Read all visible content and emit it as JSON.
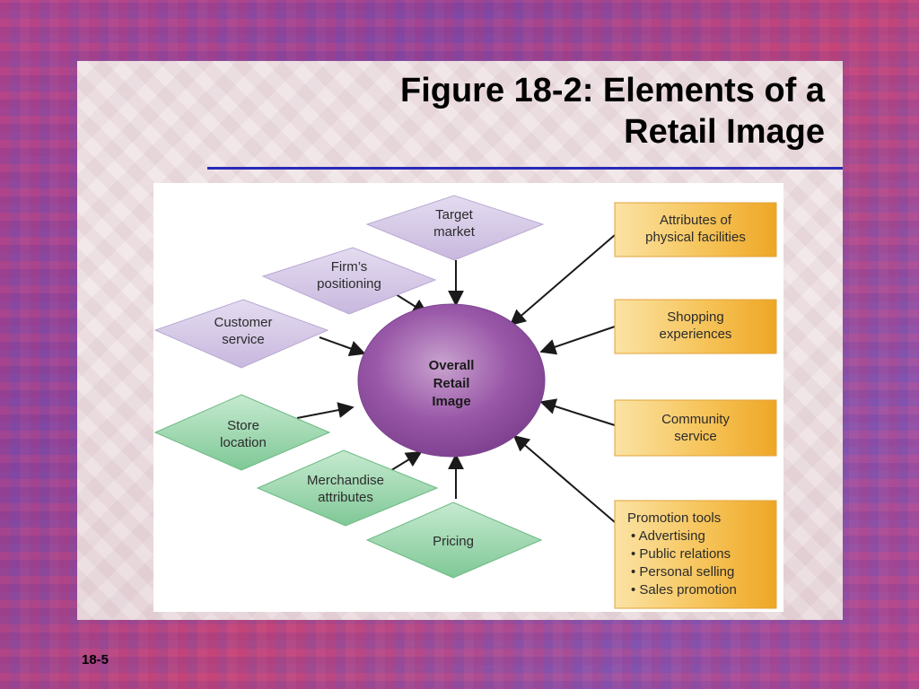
{
  "slide": {
    "title_line1": "Figure 18-2: Elements of a",
    "title_line2": "Retail Image",
    "number": "18-5"
  },
  "diagram": {
    "center": {
      "lines": [
        "Overall",
        "Retail",
        "Image"
      ]
    },
    "left_nodes": [
      {
        "id": "target-market",
        "lines": [
          "Target",
          "market"
        ],
        "color": "purple"
      },
      {
        "id": "firms-positioning",
        "lines": [
          "Firm’s",
          "positioning"
        ],
        "color": "purple"
      },
      {
        "id": "customer-service",
        "lines": [
          "Customer",
          "service"
        ],
        "color": "purple"
      },
      {
        "id": "store-location",
        "lines": [
          "Store",
          "location"
        ],
        "color": "green"
      },
      {
        "id": "merchandise-attributes",
        "lines": [
          "Merchandise",
          "attributes"
        ],
        "color": "green"
      },
      {
        "id": "pricing",
        "lines": [
          "Pricing"
        ],
        "color": "green"
      }
    ],
    "right_nodes": [
      {
        "id": "physical-facilities",
        "lines": [
          "Attributes of",
          "physical facilities"
        ]
      },
      {
        "id": "shopping-experiences",
        "lines": [
          "Shopping",
          "experiences"
        ]
      },
      {
        "id": "community-service",
        "lines": [
          "Community",
          "service"
        ]
      },
      {
        "id": "promotion-tools",
        "lines": [
          "Promotion tools",
          "• Advertising",
          "• Public relations",
          "• Personal selling",
          "• Sales promotion"
        ]
      }
    ],
    "colors": {
      "purple_fill": "#d7cbe8",
      "green_fill": "#a5d9b3",
      "orange_fill": "#f6c45a",
      "center_fill": "#9a58a8",
      "arrow": "#1a1a1a",
      "title_rule": "#2a2ab8"
    }
  }
}
